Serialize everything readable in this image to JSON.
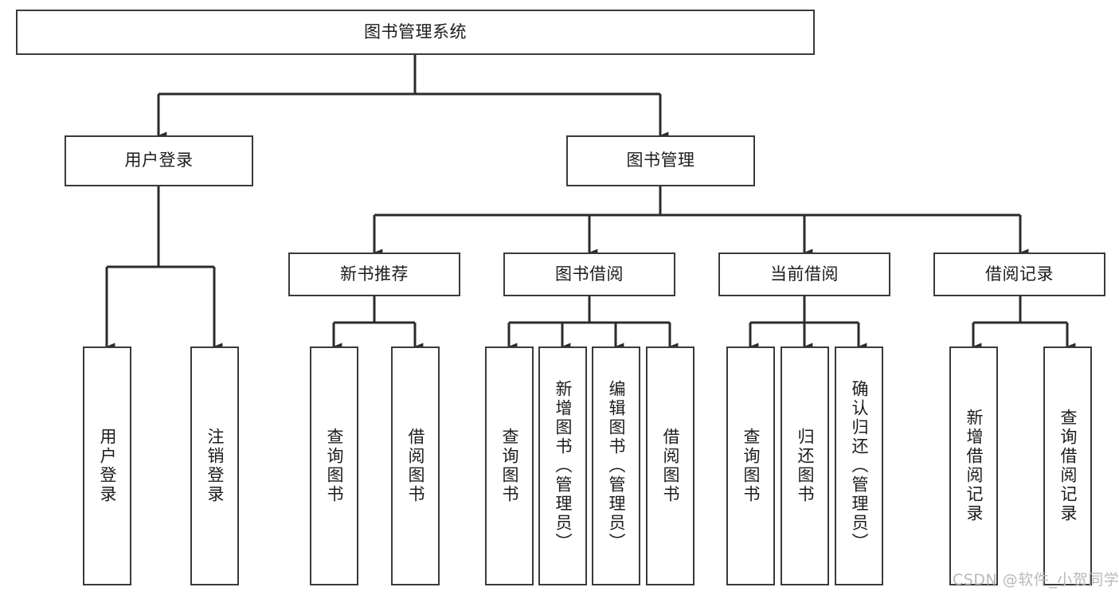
{
  "diagram": {
    "type": "hierarchy-tree",
    "title": "图书管理系统",
    "watermark": "CSDN @软件_小贺同学",
    "colors": {
      "border": "#3a3a3a",
      "background": "#ffffff",
      "text": "#1c1c1c",
      "connector": "#2b2b2b",
      "watermark": "#b9b9b9"
    },
    "nodes": {
      "root": {
        "label": "图书管理系统",
        "orientation": "horizontal"
      },
      "level2": [
        {
          "id": "user-login",
          "label": "用户登录",
          "orientation": "horizontal"
        },
        {
          "id": "book-management",
          "label": "图书管理",
          "orientation": "horizontal"
        }
      ],
      "level3": [
        {
          "id": "new-book-recommend",
          "label": "新书推荐",
          "orientation": "horizontal"
        },
        {
          "id": "book-borrow",
          "label": "图书借阅",
          "orientation": "horizontal"
        },
        {
          "id": "current-borrow",
          "label": "当前借阅",
          "orientation": "horizontal"
        },
        {
          "id": "borrow-record",
          "label": "借阅记录",
          "orientation": "horizontal"
        }
      ],
      "leaves": [
        {
          "id": "leaf-user-login",
          "label": "用户登录",
          "parent": "user-login",
          "orientation": "vertical"
        },
        {
          "id": "leaf-logout-login",
          "label": "注销登录",
          "parent": "user-login",
          "orientation": "vertical"
        },
        {
          "id": "leaf-query-book-1",
          "label": "查询图书",
          "parent": "new-book-recommend",
          "orientation": "vertical"
        },
        {
          "id": "leaf-borrow-book-1",
          "label": "借阅图书",
          "parent": "new-book-recommend",
          "orientation": "vertical"
        },
        {
          "id": "leaf-query-book-2",
          "label": "查询图书",
          "parent": "book-borrow",
          "orientation": "vertical"
        },
        {
          "id": "leaf-add-book",
          "label": "新增图书（管理员）",
          "parent": "book-borrow",
          "orientation": "vertical"
        },
        {
          "id": "leaf-edit-book",
          "label": "编辑图书（管理员）",
          "parent": "book-borrow",
          "orientation": "vertical"
        },
        {
          "id": "leaf-borrow-book-2",
          "label": "借阅图书",
          "parent": "book-borrow",
          "orientation": "vertical"
        },
        {
          "id": "leaf-query-book-3",
          "label": "查询图书",
          "parent": "current-borrow",
          "orientation": "vertical"
        },
        {
          "id": "leaf-return-book",
          "label": "归还图书",
          "parent": "current-borrow",
          "orientation": "vertical"
        },
        {
          "id": "leaf-confirm-return",
          "label": "确认归还（管理员）",
          "parent": "current-borrow",
          "orientation": "vertical"
        },
        {
          "id": "leaf-add-record",
          "label": "新增借阅记录",
          "parent": "borrow-record",
          "orientation": "vertical"
        },
        {
          "id": "leaf-query-record",
          "label": "查询借阅记录",
          "parent": "borrow-record",
          "orientation": "vertical"
        }
      ]
    }
  }
}
